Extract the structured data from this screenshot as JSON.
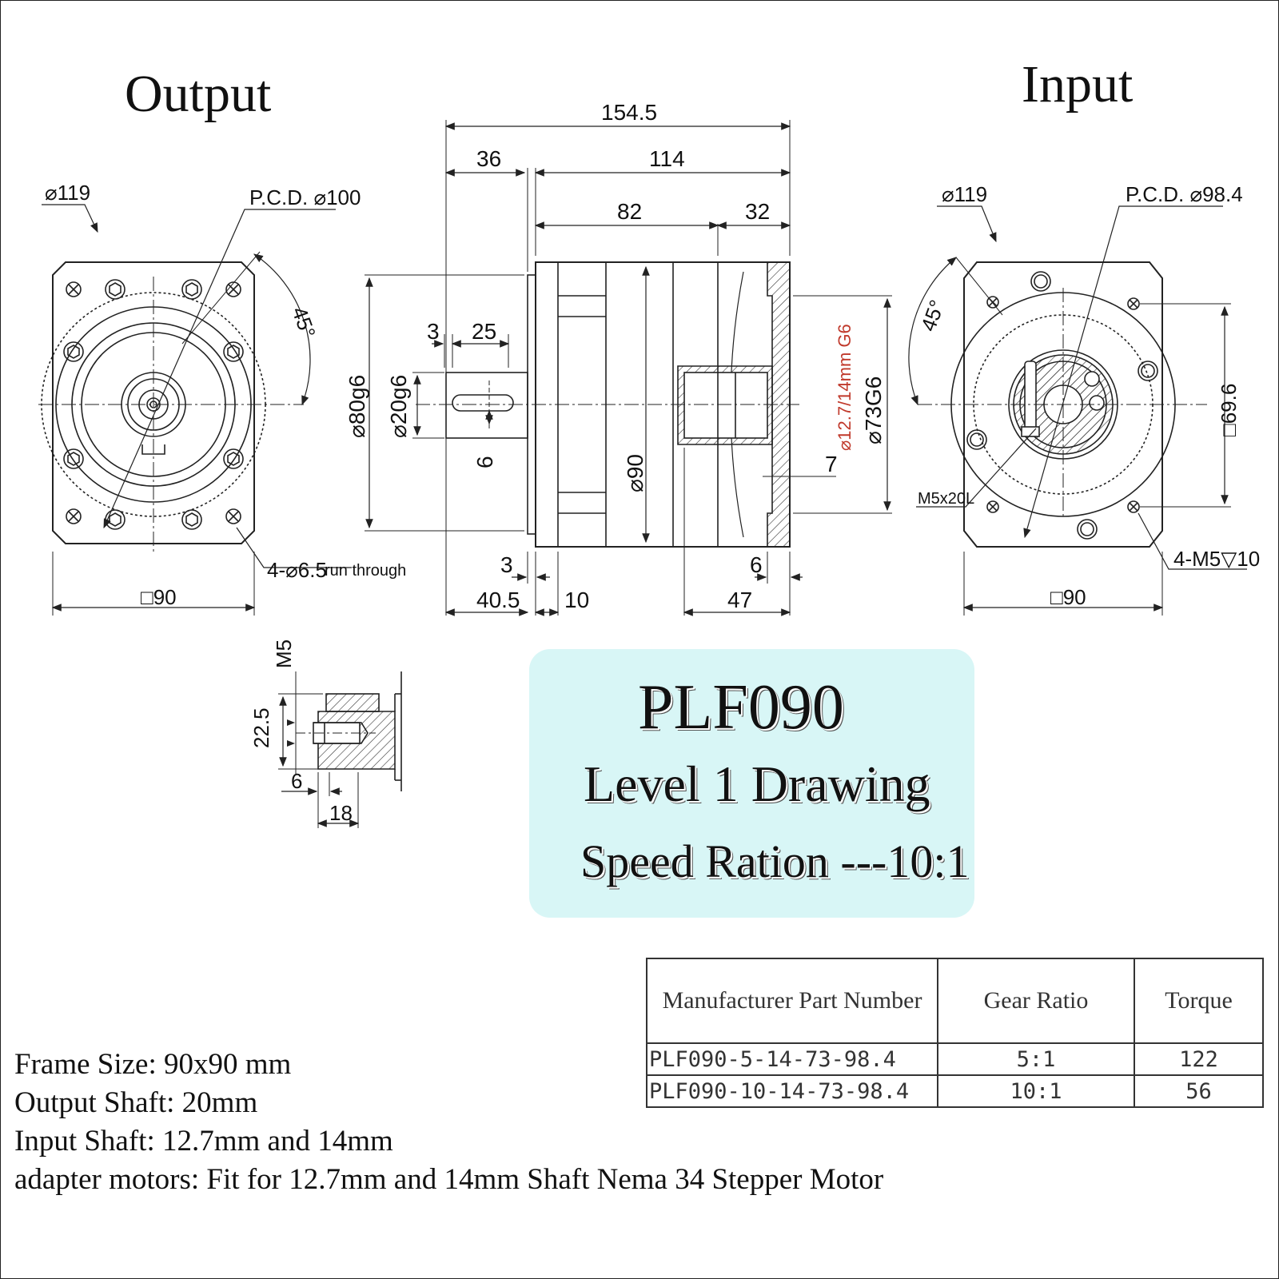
{
  "headings": {
    "output": "Output",
    "input": "Input"
  },
  "output_view": {
    "dia_119": "⌀119",
    "pcd": "P.C.D. ⌀100",
    "angle": "45°",
    "holes": "4-⌀6.5",
    "holes_note": "run through",
    "square": "□90"
  },
  "side_view": {
    "overall": "154.5",
    "d36": "36",
    "d114": "114",
    "d82": "82",
    "d32": "32",
    "d3a": "3",
    "d25": "25",
    "d6": "6",
    "dia80": "⌀80g6",
    "dia20": "⌀20g6",
    "dia90": "⌀90",
    "bore": "⌀12.7/14mm G6",
    "dia73": "⌀73G6",
    "d7": "7",
    "d3b": "3",
    "d6b": "6",
    "d40_5": "40.5",
    "d10": "10",
    "d47": "47"
  },
  "input_view": {
    "dia_119": "⌀119",
    "pcd": "P.C.D. ⌀98.4",
    "angle": "45°",
    "square_side": "□69.6",
    "screw": "M5x20L",
    "holes": "4-M5▽10",
    "square": "□90"
  },
  "detail_view": {
    "thread": "M5",
    "d22_5": "22.5",
    "d6": "6",
    "d18": "18"
  },
  "title_box": {
    "model": "PLF090",
    "level": "Level 1 Drawing",
    "ratio": "Speed Ration ---10:1"
  },
  "specs": [
    "Frame Size: 90x90 mm",
    "Output Shaft: 20mm",
    "Input Shaft: 12.7mm and 14mm",
    "adapter motors: Fit for 12.7mm and 14mm Shaft Nema 34 Stepper Motor"
  ],
  "parts_table": {
    "headers": [
      "Manufacturer Part Number",
      "Gear Ratio",
      "Torque"
    ],
    "rows": [
      [
        "PLF090-5-14-73-98.4",
        "5:1",
        "122"
      ],
      [
        "PLF090-10-14-73-98.4",
        "10:1",
        "56"
      ]
    ]
  },
  "colors": {
    "title_bg": "#d8f6f6",
    "bore_label": "#c0392b"
  }
}
